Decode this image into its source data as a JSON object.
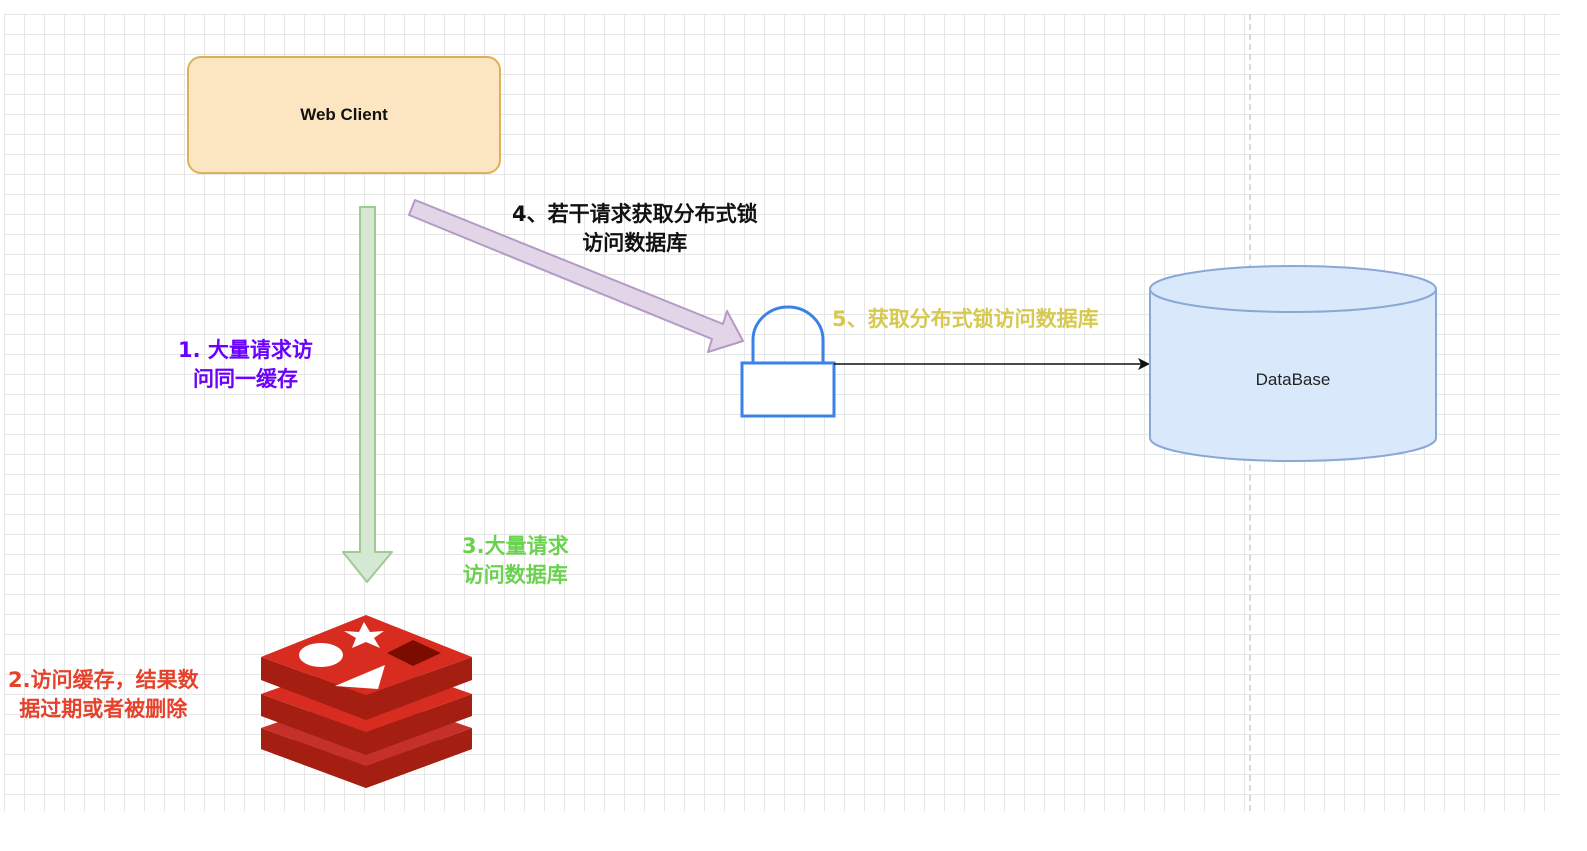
{
  "nodes": {
    "web_client": "Web Client",
    "database": "DataBase"
  },
  "labels": {
    "step1": [
      "1. 大量请求访",
      "问同一缓存"
    ],
    "step2": [
      "2.访问缓存，结果数",
      "据过期或者被删除"
    ],
    "step3": [
      "3.大量请求",
      "访问数据库"
    ],
    "step4": [
      "4、若干请求获取分布式锁",
      "访问数据库"
    ],
    "step5": [
      "5、获取分布式锁访问数据库"
    ]
  },
  "colors": {
    "step1": "#6a00ff",
    "step2": "#e5412b",
    "step3": "#6bd24f",
    "step4": "#111111",
    "step5": "#d6c94e",
    "web_client_fill": "#fce6c2",
    "web_client_border": "#ddb158",
    "green_arrow": "#d5e8d4",
    "purple_arrow": "#e1d5e7",
    "lock": "#3b82e6",
    "database_fill": "#dae8fc",
    "redis": "#c6302b"
  },
  "icons": {
    "redis": "redis-logo-icon",
    "lock": "lock-icon",
    "database": "database-cylinder"
  }
}
